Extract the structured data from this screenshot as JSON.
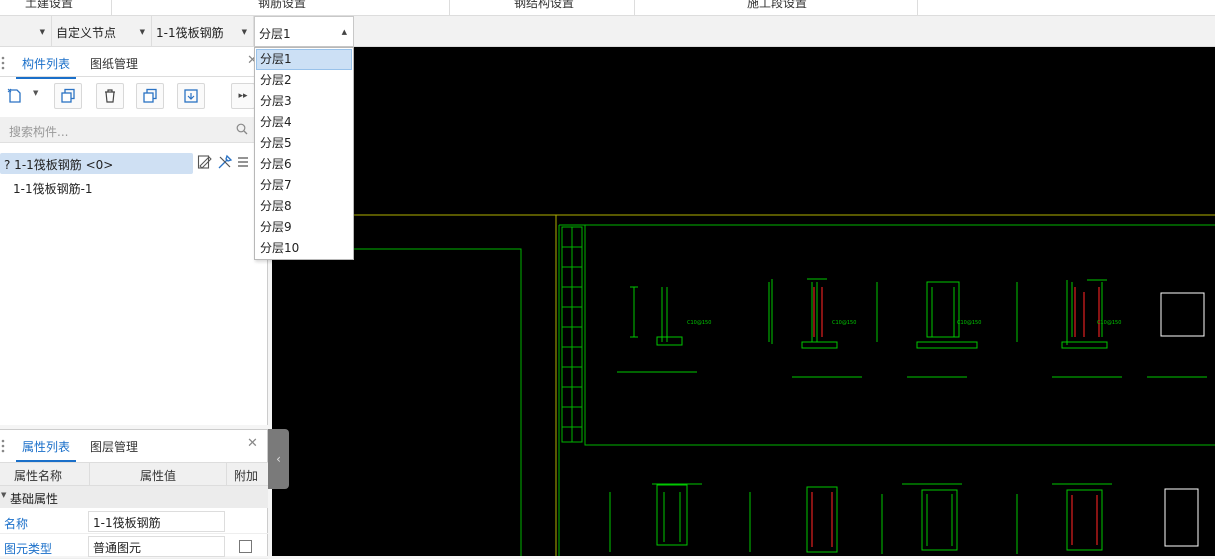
{
  "top_menu": [
    "土建设置",
    "钢筋设置",
    "钢结构设置",
    "施工段设置"
  ],
  "filters": {
    "node_label": "自定义节点",
    "component_label": "1-1筏板钢筋",
    "layer_label": "分层1"
  },
  "layer_options": [
    "分层1",
    "分层2",
    "分层3",
    "分层4",
    "分层5",
    "分层6",
    "分层7",
    "分层8",
    "分层9",
    "分层10"
  ],
  "component_panel": {
    "tabs": [
      "构件列表",
      "图纸管理"
    ],
    "search_placeholder": "搜索构件...",
    "selected_item": "? 1-1筏板钢筋 <0>",
    "child_item": "1-1筏板钢筋-1"
  },
  "property_panel": {
    "tabs": [
      "属性列表",
      "图层管理"
    ],
    "columns": [
      "属性名称",
      "属性值",
      "附加"
    ],
    "group": "基础属性",
    "rows": [
      {
        "name": "名称",
        "value": "1-1筏板钢筋"
      },
      {
        "name": "图元类型",
        "value": "普通图元"
      }
    ]
  },
  "colors": {
    "accent": "#1a6fc9",
    "canvas_bg": "#000000",
    "cad_green": "#00c800",
    "cad_yellow": "#c8c800",
    "cad_red": "#e02020"
  }
}
